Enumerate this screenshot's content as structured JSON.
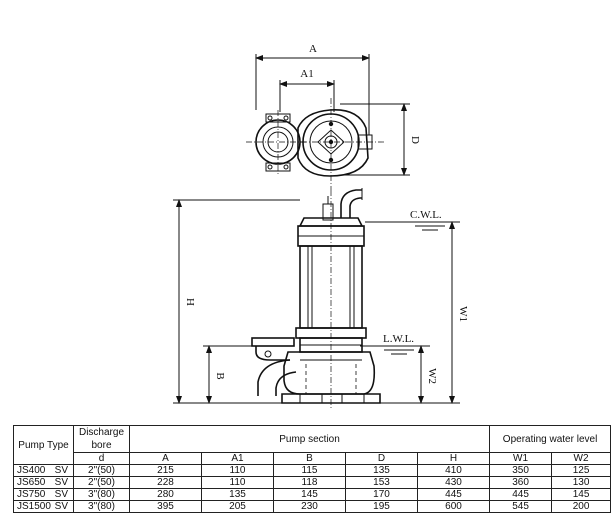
{
  "dimensions": {
    "A": "A",
    "A1": "A1",
    "D": "D",
    "H": "H",
    "W1": "W1",
    "B": "B",
    "W2": "W2",
    "cwl": "C.W.L.",
    "lwl": "L.W.L."
  },
  "table": {
    "header": {
      "pump_type": "Pump Type",
      "discharge_bore": "Discharge bore",
      "pump_section": "Pump section",
      "operating_level": "Operating water level"
    },
    "subheader": {
      "d": "d",
      "A": "A",
      "A1": "A1",
      "B": "B",
      "D": "D",
      "H": "H",
      "W1": "W1",
      "W2": "W2"
    },
    "rows": [
      {
        "model": "JS400",
        "suffix": "SV",
        "bore": "2\"(50)",
        "A": "215",
        "A1": "110",
        "B": "115",
        "D": "135",
        "H": "410",
        "W1": "350",
        "W2": "125"
      },
      {
        "model": "JS650",
        "suffix": "SV",
        "bore": "2\"(50)",
        "A": "228",
        "A1": "110",
        "B": "118",
        "D": "153",
        "H": "430",
        "W1": "360",
        "W2": "130"
      },
      {
        "model": "JS750",
        "suffix": "SV",
        "bore": "3\"(80)",
        "A": "280",
        "A1": "135",
        "B": "145",
        "D": "170",
        "H": "445",
        "W1": "445",
        "W2": "145"
      },
      {
        "model": "JS1500",
        "suffix": "SV",
        "bore": "3\"(80)",
        "A": "395",
        "A1": "205",
        "B": "230",
        "D": "195",
        "H": "600",
        "W1": "545",
        "W2": "200"
      }
    ]
  }
}
